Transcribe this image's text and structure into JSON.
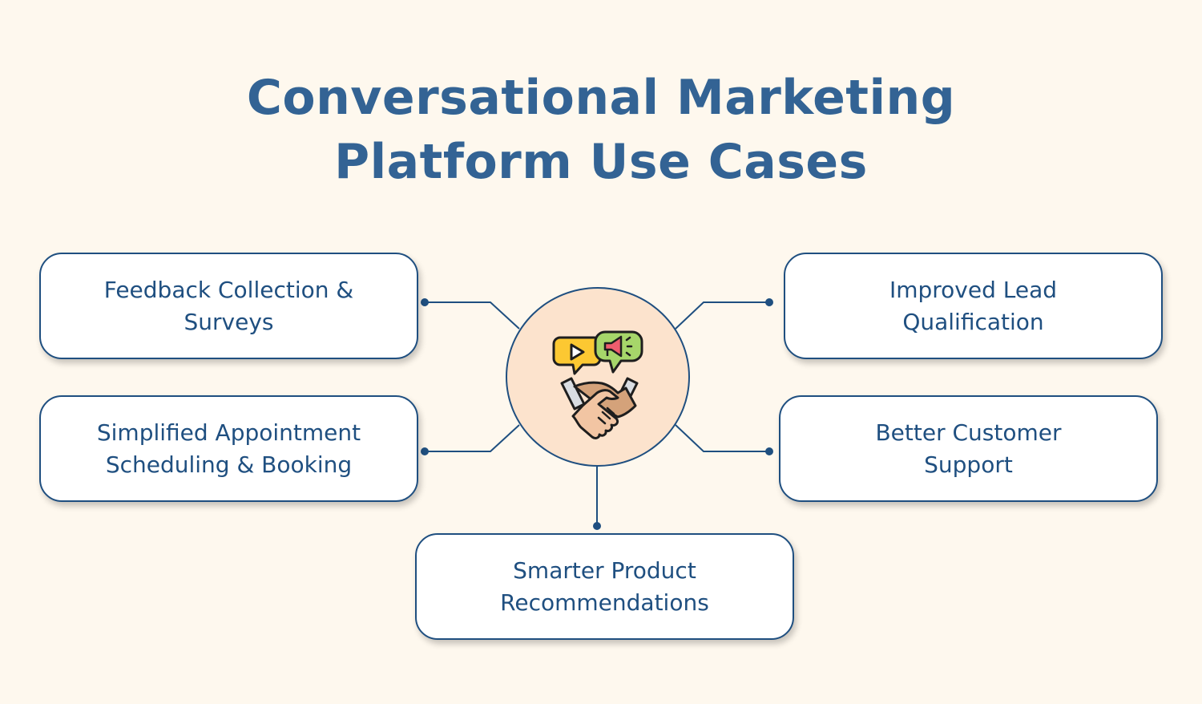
{
  "title": {
    "line1": "Conversational Marketing",
    "line2": "Platform Use Cases"
  },
  "center": {
    "icon": "handshake-with-chat-bubbles-icon"
  },
  "use_cases": [
    {
      "line1": "Feedback Collection &",
      "line2": "Surveys"
    },
    {
      "line1": "Simplified Appointment",
      "line2": "Scheduling & Booking"
    },
    {
      "line1": "Improved Lead",
      "line2": "Qualification"
    },
    {
      "line1": "Better Customer",
      "line2": "Support"
    },
    {
      "line1": "Smarter Product",
      "line2": "Recommendations"
    }
  ],
  "colors": {
    "background": "#fef8ee",
    "title": "#336394",
    "card_border": "#1f4f80",
    "card_text": "#1f4f80",
    "hub_fill": "#fce3cd"
  }
}
